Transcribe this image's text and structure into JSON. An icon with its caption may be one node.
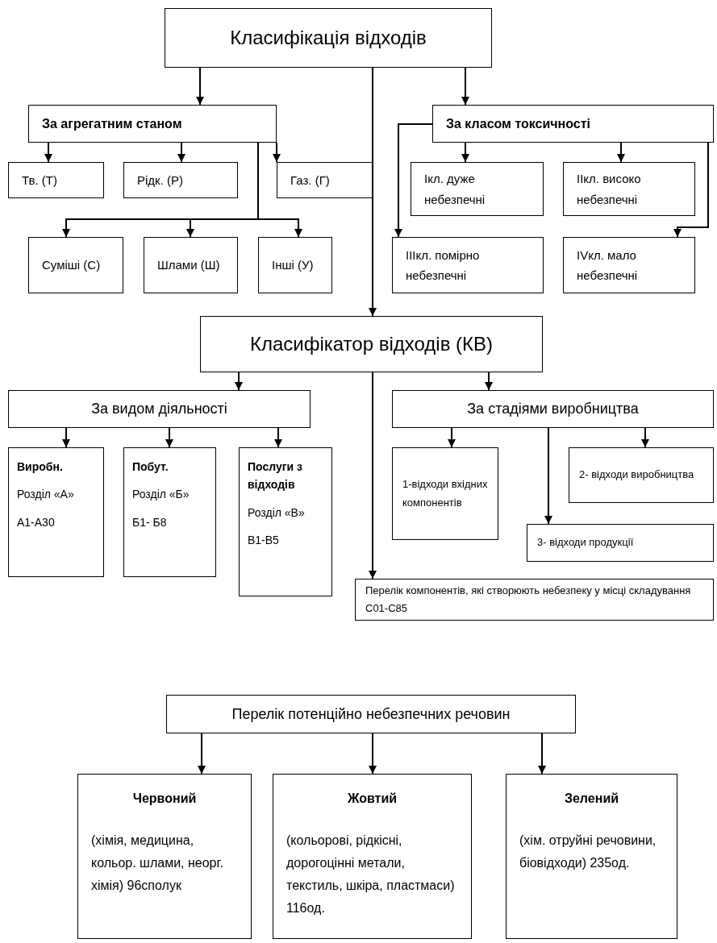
{
  "diagram": {
    "nodes": [
      {
        "text": [
          "Класифікація відходів"
        ]
      },
      {
        "text": [
          "За агрегатним станом"
        ]
      },
      {
        "text": [
          "Тв. (Т)"
        ]
      },
      {
        "text": [
          "Рідк. (Р)"
        ]
      },
      {
        "text": [
          "Газ. (Г)"
        ]
      },
      {
        "text": [
          "Суміші (С)"
        ]
      },
      {
        "text": [
          "Шлами (Ш)"
        ]
      },
      {
        "text": [
          "Інші (У)"
        ]
      },
      {
        "text": [
          "За класом токсичності"
        ]
      },
      {
        "text": [
          "Ікл. дуже небезпечні"
        ]
      },
      {
        "text": [
          "ІІкл. високо небезпечні"
        ]
      },
      {
        "text": [
          "ІІІкл. помірно небезпечні"
        ]
      },
      {
        "text": [
          "ІVкл. мало небезпечні"
        ]
      },
      {
        "text": [
          "Класифікатор відходів (КВ)"
        ]
      },
      {
        "text": [
          "За видом діяльності"
        ]
      },
      {
        "text": [
          "Виробн.",
          "Розділ «А»",
          "А1-А30"
        ]
      },
      {
        "text": [
          "Побут.",
          "Розділ «Б»",
          "Б1- Б8"
        ]
      },
      {
        "text": [
          "Послуги з відходів",
          "Розділ «В»",
          "В1-В5"
        ]
      },
      {
        "text": [
          "За стадіями виробництва"
        ]
      },
      {
        "text": [
          "1-відходи вхідних компонентів"
        ]
      },
      {
        "text": [
          "2- відходи виробництва"
        ]
      },
      {
        "text": [
          "3- відходи продукції"
        ]
      },
      {
        "text": [
          "Перелік компонентів, які створюють небезпеку у місці складування С01-С85"
        ]
      },
      {
        "text": [
          "Перелік потенційно небезпечних речовин"
        ]
      },
      {
        "text": [
          "Червоний",
          "(хімія, медицина, кольор. шлами, неорг. хімія) 96сполук"
        ]
      },
      {
        "text": [
          "Жовтий",
          "(кольорові, рідкісні, дорогоцінні метали, текстиль, шкіра, пластмаси) 116од."
        ]
      },
      {
        "text": [
          "Зелений",
          "(хім. отруйні речовини, біовідходи) 235од."
        ]
      }
    ],
    "edges": [
      {
        "from": 0,
        "to": 1,
        "arrow": "to"
      },
      {
        "from": 0,
        "to": 13,
        "arrow": "to"
      },
      {
        "from": 0,
        "to": 8,
        "arrow": "to"
      },
      {
        "from": 1,
        "to": 2,
        "arrow": "to"
      },
      {
        "from": 1,
        "to": 3,
        "arrow": "to"
      },
      {
        "from": 1,
        "to": 4,
        "arrow": "to"
      },
      {
        "from": 1,
        "to": 5,
        "arrow": "to"
      },
      {
        "from": 1,
        "to": 6,
        "arrow": "to"
      },
      {
        "from": 1,
        "to": 7,
        "arrow": "to"
      },
      {
        "from": 8,
        "to": 11,
        "arrow": "to"
      },
      {
        "from": 8,
        "to": 9,
        "arrow": "to"
      },
      {
        "from": 8,
        "to": 10,
        "arrow": "to"
      },
      {
        "from": 8,
        "to": 12,
        "arrow": "to"
      },
      {
        "from": 13,
        "to": 14,
        "arrow": "to"
      },
      {
        "from": 13,
        "to": 18,
        "arrow": "to"
      },
      {
        "from": 13,
        "to": 22,
        "arrow": "to"
      },
      {
        "from": 14,
        "to": 15,
        "arrow": "to"
      },
      {
        "from": 14,
        "to": 16,
        "arrow": "to"
      },
      {
        "from": 14,
        "to": 17,
        "arrow": "to"
      },
      {
        "from": 18,
        "to": 19,
        "arrow": "to"
      },
      {
        "from": 18,
        "to": 20,
        "arrow": "to"
      },
      {
        "from": 18,
        "to": 21,
        "arrow": "to"
      },
      {
        "from": 23,
        "to": 24,
        "arrow": "to"
      },
      {
        "from": 23,
        "to": 25,
        "arrow": "to"
      },
      {
        "from": 23,
        "to": 26,
        "arrow": "to"
      }
    ]
  }
}
